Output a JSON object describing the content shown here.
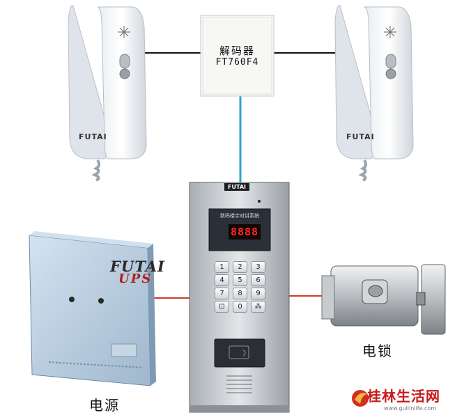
{
  "decoder": {
    "name": "解码器",
    "model": "FT760F4"
  },
  "brand": "FUTAI",
  "door_panel": {
    "title": "数码楼宇对讲系统",
    "display": "8888",
    "keys": [
      "1",
      "2",
      "3",
      "4",
      "5",
      "6",
      "7",
      "8",
      "9",
      "⊡",
      "0",
      "⁂"
    ]
  },
  "power_supply": {
    "brand": "FUTAI",
    "subbrand": "UPS"
  },
  "captions": {
    "lock": "电锁",
    "power": "电源"
  },
  "watermark": {
    "text": "桂林生活网",
    "url": "www.guilinlife.com"
  },
  "colors": {
    "link_wire": "#111111",
    "decoder_wire": "#2aa7c8",
    "power_wire": "#d23a2a",
    "display": "#ff2a1a"
  }
}
